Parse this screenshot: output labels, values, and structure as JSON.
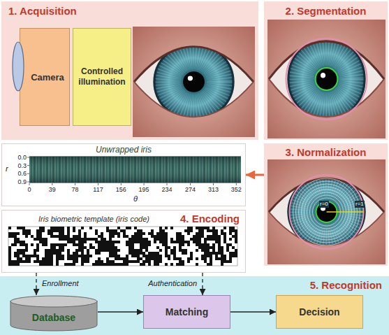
{
  "diagram": {
    "nodes": [
      {
        "text": [
          "1. Acquisition"
        ]
      },
      {
        "text": [
          "Camera"
        ],
        "in": 0
      },
      {
        "text": [
          "Controlled illumination"
        ],
        "in": 0
      },
      {
        "text": [
          "2. Segmentation"
        ]
      },
      {
        "text": [
          "Unwrapped iris"
        ]
      },
      {
        "text": [
          "3. Normalization"
        ]
      },
      {
        "text": [
          "4. Encoding",
          "Iris biometric template (iris code)"
        ]
      },
      {
        "text": [
          "5. Recognition"
        ]
      },
      {
        "text": [
          "Database"
        ],
        "in": 7
      },
      {
        "text": [
          "Matching"
        ],
        "in": 7
      },
      {
        "text": [
          "Decision"
        ],
        "in": 7
      }
    ],
    "edges": [
      {
        "from": 5,
        "to": 4,
        "arrow": "to"
      },
      {
        "from": 6,
        "to": 8,
        "arrow": "to",
        "label": "Enrollment"
      },
      {
        "from": 6,
        "to": 9,
        "arrow": "to",
        "label": "Authentication"
      },
      {
        "from": 8,
        "to": 9,
        "arrow": "to"
      },
      {
        "from": 9,
        "to": 10,
        "arrow": "to"
      }
    ],
    "labels": [
      "r",
      "0.0",
      "0.3",
      "0.6",
      "0.9",
      "0",
      "39",
      "78",
      "117",
      "156",
      "195",
      "234",
      "274",
      "313",
      "352",
      "θ",
      "r=0",
      "r=1"
    ]
  }
}
